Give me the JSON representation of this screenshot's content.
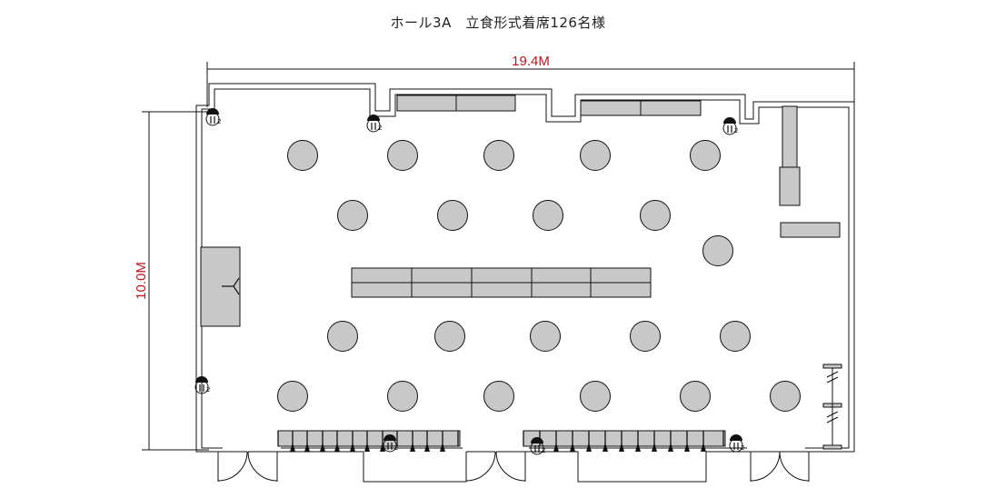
{
  "title": "ホール3A　立食形式着席126名様",
  "dimensions": {
    "width_label": "19.4M",
    "height_label": "10.0M",
    "color": "#c0141c"
  },
  "outlet_label": "2",
  "colors": {
    "fill": "#c8c8c8",
    "line": "#111111"
  }
}
